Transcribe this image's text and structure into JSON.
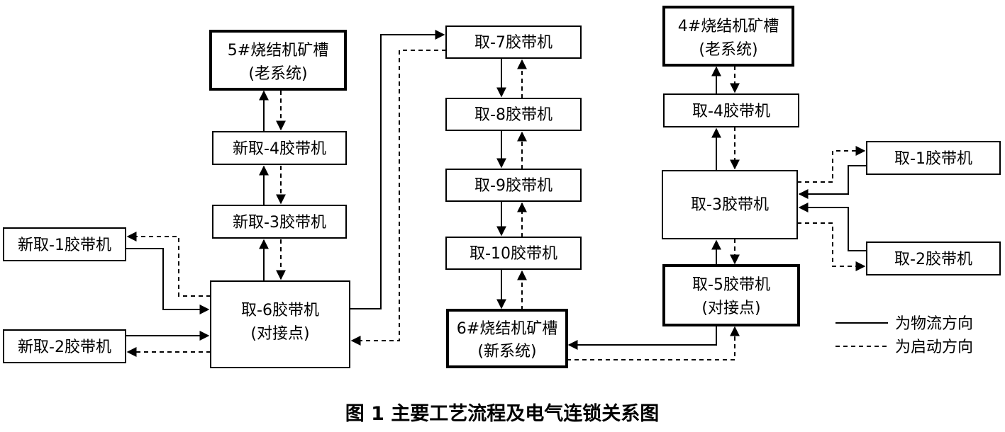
{
  "nodes": {
    "sinter5": {
      "line1": "5#烧结机矿槽",
      "line2": "(老系统)"
    },
    "newbelt4": {
      "line1": "新取-4胶带机"
    },
    "newbelt3": {
      "line1": "新取-3胶带机"
    },
    "newbelt1": {
      "line1": "新取-1胶带机"
    },
    "newbelt2": {
      "line1": "新取-2胶带机"
    },
    "belt6": {
      "line1": "取-6胶带机",
      "line2": "(对接点)"
    },
    "belt7": {
      "line1": "取-7胶带机"
    },
    "belt8": {
      "line1": "取-8胶带机"
    },
    "belt9": {
      "line1": "取-9胶带机"
    },
    "belt10": {
      "line1": "取-10胶带机"
    },
    "sinter6": {
      "line1": "6#烧结机矿槽",
      "line2": "(新系统)"
    },
    "sinter4": {
      "line1": "4#烧结机矿槽",
      "line2": "(老系统)"
    },
    "belt4": {
      "line1": "取-4胶带机"
    },
    "belt3": {
      "line1": "取-3胶带机"
    },
    "belt5": {
      "line1": "取-5胶带机",
      "line2": "(对接点)"
    },
    "belt1": {
      "line1": "取-1胶带机"
    },
    "belt2": {
      "line1": "取-2胶带机"
    }
  },
  "legend": {
    "solid_label": "为物流方向",
    "dashed_label": "为启动方向"
  },
  "caption": "图 1 主要工艺流程及电气连锁关系图"
}
